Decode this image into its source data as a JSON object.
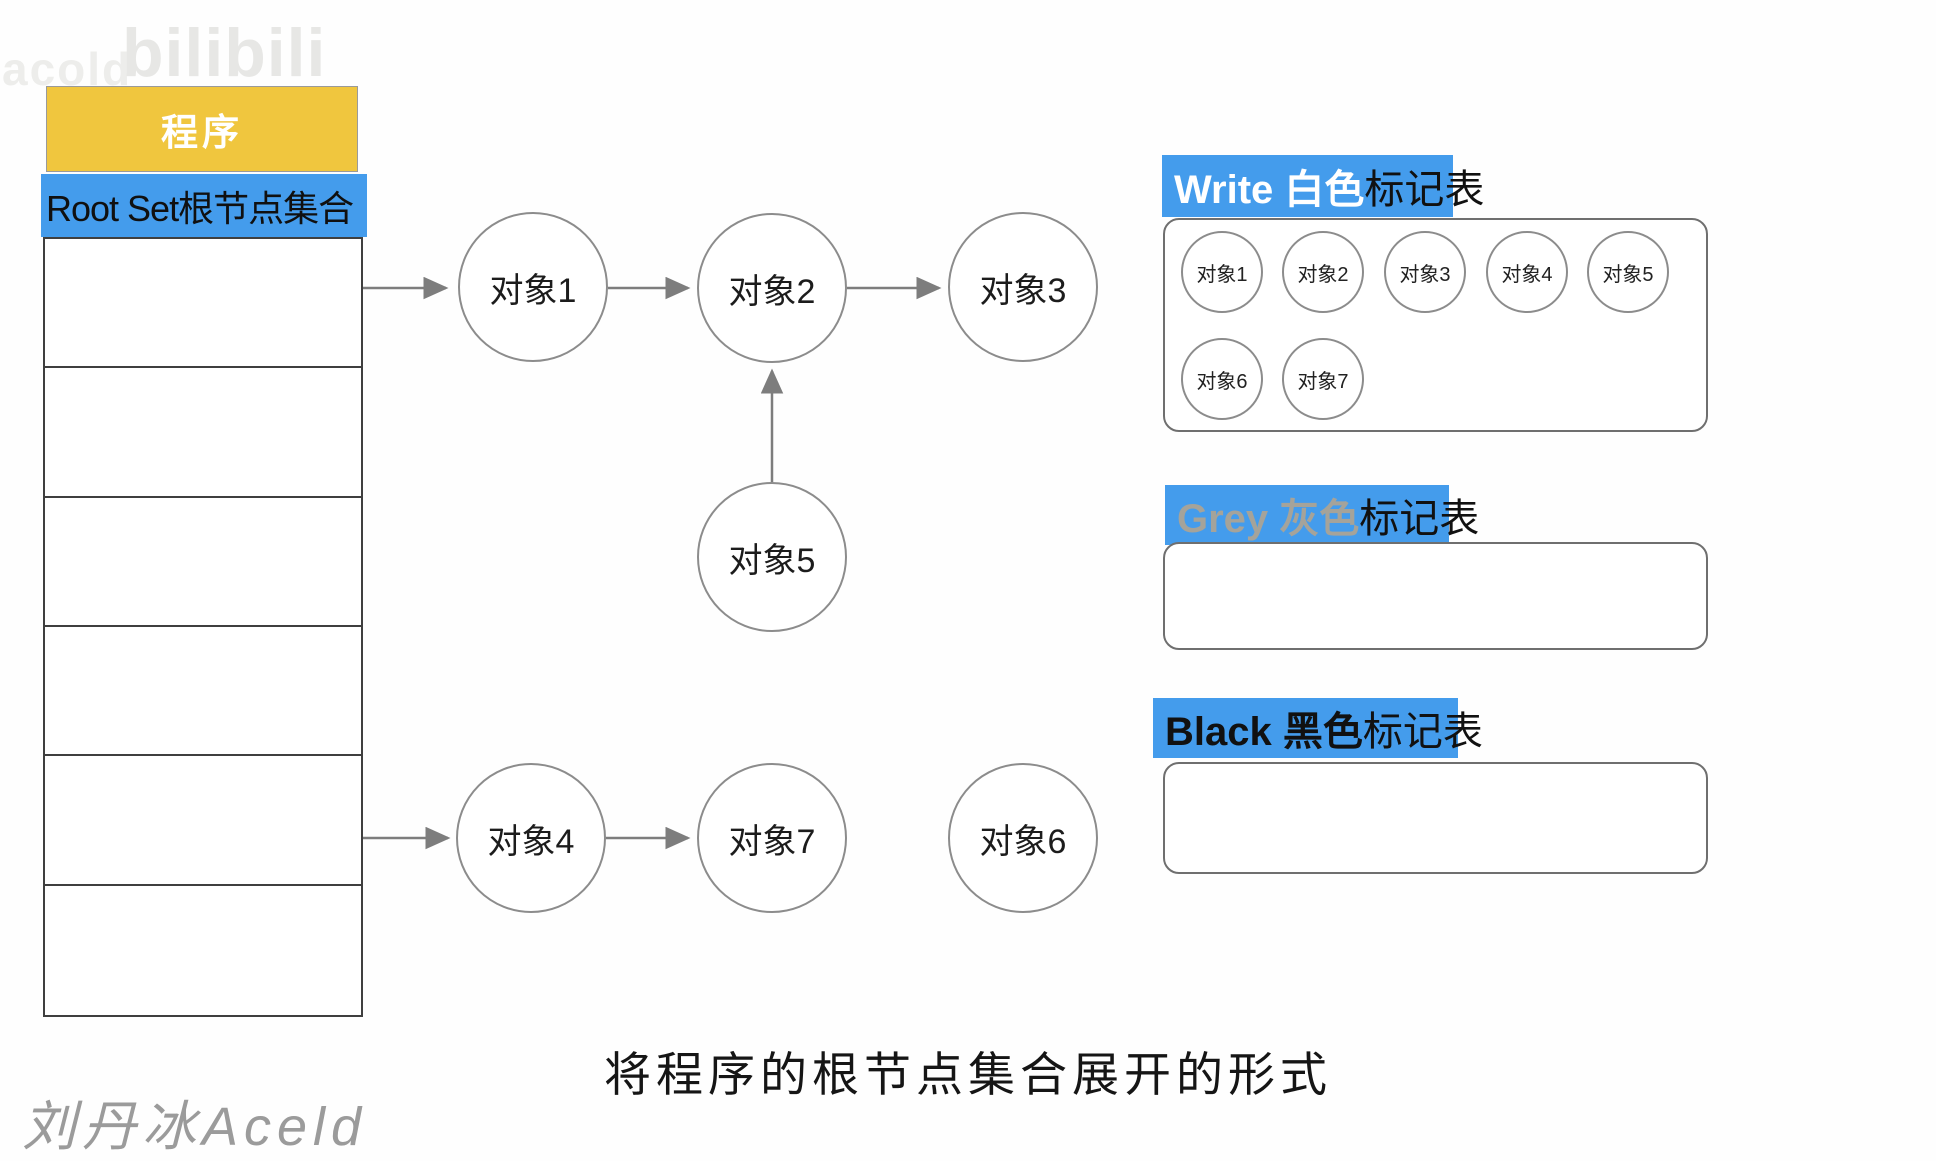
{
  "watermarks": {
    "top_left": "acold",
    "logo": "bilibili",
    "bottom_left_signature": "刘丹冰Aceld"
  },
  "program_stack": {
    "header": "程序",
    "root_set": "Root Set根节点集合",
    "empty_rows": 6
  },
  "graph": {
    "nodes": [
      {
        "label": "对象1"
      },
      {
        "label": "对象2"
      },
      {
        "label": "对象3"
      },
      {
        "label": "对象5"
      },
      {
        "label": "对象4"
      },
      {
        "label": "对象7"
      },
      {
        "label": "对象6"
      }
    ],
    "edges": [
      {
        "from": "root-set-row-1",
        "to": "对象1"
      },
      {
        "from": "对象1",
        "to": "对象2"
      },
      {
        "from": "对象2",
        "to": "对象3"
      },
      {
        "from": "对象5",
        "to": "对象2"
      },
      {
        "from": "root-set-row-5",
        "to": "对象4"
      },
      {
        "from": "对象4",
        "to": "对象7"
      }
    ]
  },
  "mark_tables": {
    "white": {
      "title_en": "Write 白色",
      "title_cn": "标记表",
      "items": [
        "对象1",
        "对象2",
        "对象3",
        "对象4",
        "对象5",
        "对象6",
        "对象7"
      ]
    },
    "grey": {
      "title_en": "Grey 灰色",
      "title_cn": "标记表",
      "items": []
    },
    "black": {
      "title_en": "Black 黑色",
      "title_cn": "标记表",
      "items": []
    }
  },
  "caption": "将程序的根节点集合展开的形式",
  "colors": {
    "accent_blue": "#449CEC",
    "header_yellow": "#F0C63E",
    "grey_label_text": "#A5A39A",
    "line_grey": "#7d7d7d"
  }
}
